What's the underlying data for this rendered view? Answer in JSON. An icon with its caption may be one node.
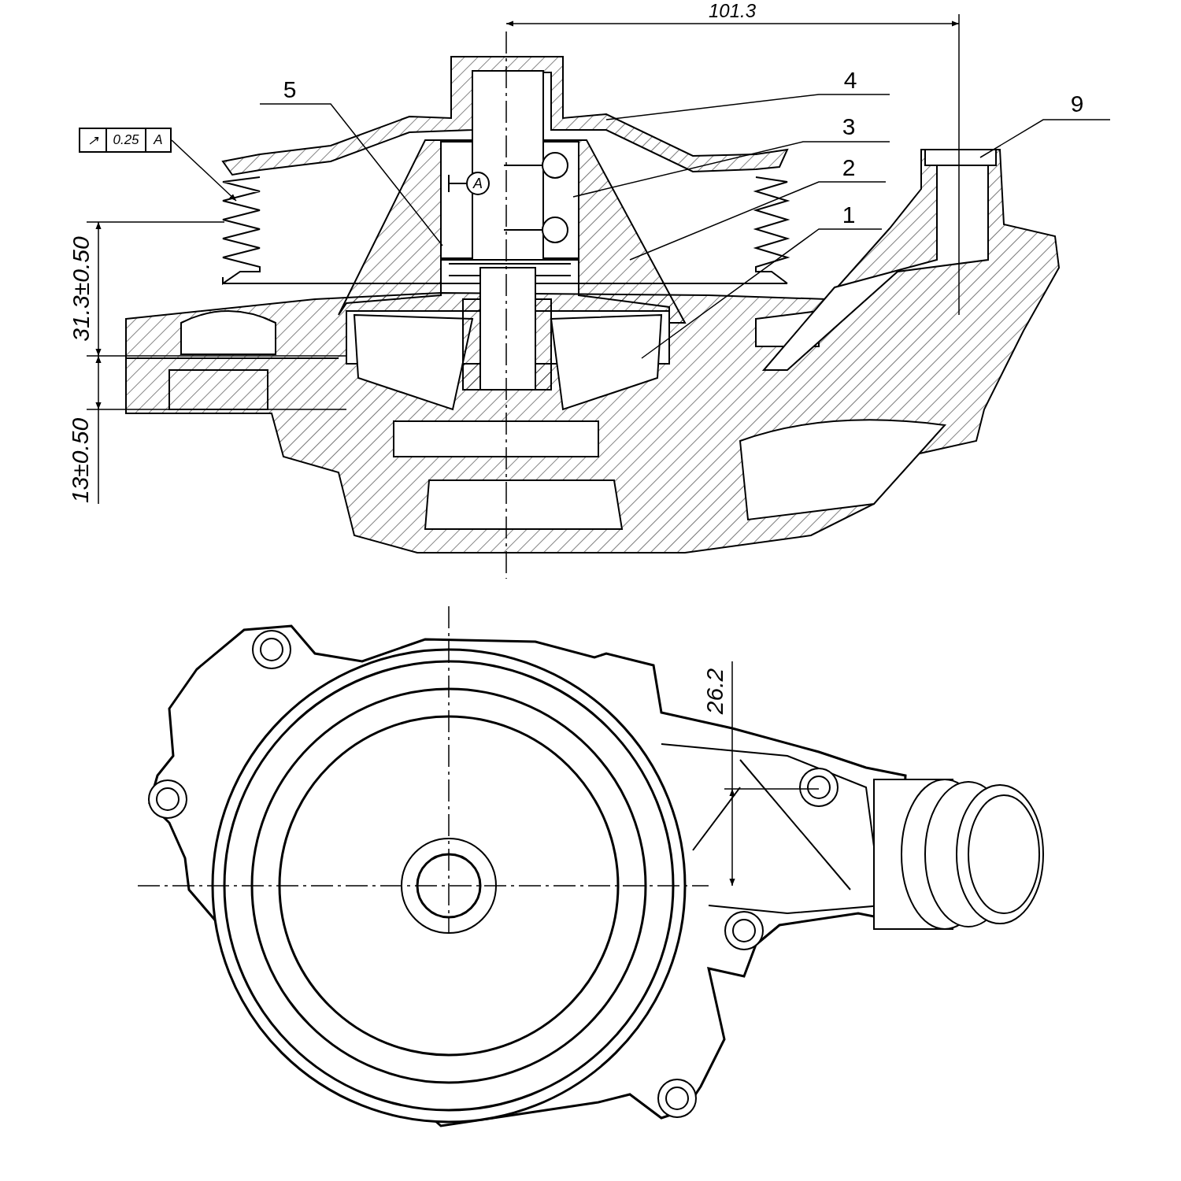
{
  "diagram": {
    "nodes": [
      {
        "text": [
          "4"
        ]
      },
      {
        "text": [
          "5"
        ]
      },
      {
        "text": [
          "9"
        ]
      },
      {
        "text": [
          "3"
        ]
      },
      {
        "text": [
          "↗",
          "0.25",
          "A"
        ]
      },
      {
        "text": [
          "2"
        ]
      },
      {
        "text": [
          "A"
        ]
      },
      {
        "text": [
          "1"
        ]
      }
    ],
    "edges": [
      {
        "from": 0,
        "to": null,
        "arrow": "none"
      },
      {
        "from": 1,
        "to": null,
        "arrow": "none"
      },
      {
        "from": 2,
        "to": null,
        "arrow": "none"
      },
      {
        "from": 3,
        "to": null,
        "arrow": "none"
      },
      {
        "from": 4,
        "to": null,
        "arrow": "to"
      },
      {
        "from": 5,
        "to": null,
        "arrow": "none"
      },
      {
        "from": 7,
        "to": null,
        "arrow": "none"
      }
    ],
    "labels": [
      "101.3",
      "31.3±0.50",
      "13±0.50",
      "26.2"
    ]
  }
}
